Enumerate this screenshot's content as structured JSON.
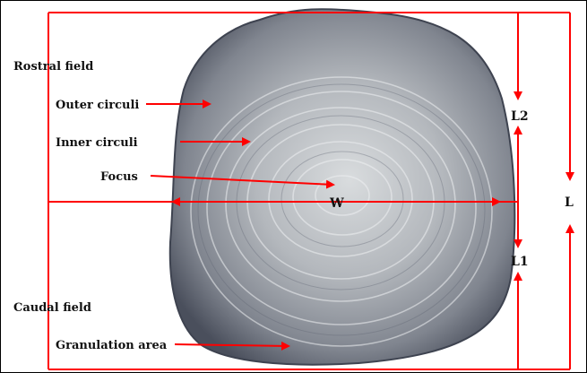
{
  "labels": {
    "rostral_field": "Rostral field",
    "outer_circuli": "Outer circuli",
    "inner_circuli": "Inner circuli",
    "focus": "Focus",
    "caudal_field": "Caudal field",
    "granulation_area": "Granulation area"
  },
  "dimensions": {
    "width": "W",
    "rostral_length": "L2",
    "caudal_length": "L1",
    "total_length": "L"
  },
  "colors": {
    "annotation": "#ff0000",
    "scale_dark": "#4a4f5c",
    "scale_light": "#d9dcde",
    "background": "#ffffff"
  }
}
